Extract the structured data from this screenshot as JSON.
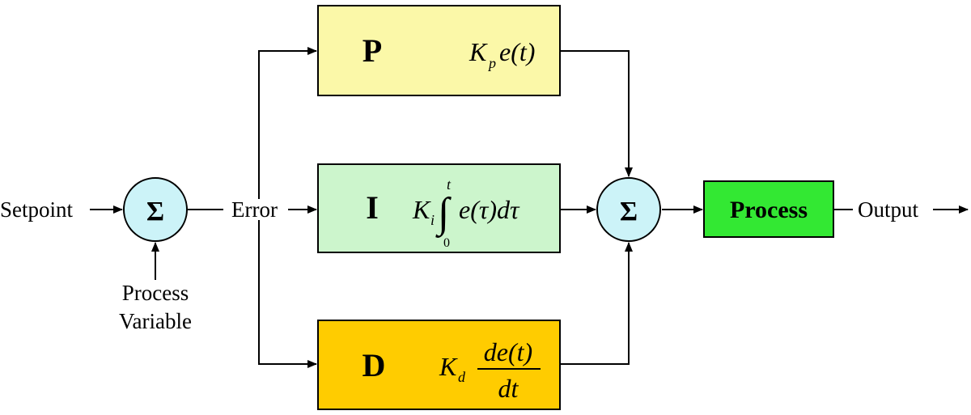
{
  "labels": {
    "setpoint": "Setpoint",
    "error": "Error",
    "process_variable_line1": "Process",
    "process_variable_line2": "Variable",
    "output": "Output",
    "process": "Process",
    "sum_symbol": "Σ"
  },
  "blocks": {
    "p": {
      "letter": "P",
      "gain": "K",
      "gain_sub": "p",
      "expr": "e(t)",
      "color": "#fbf8a8"
    },
    "i": {
      "letter": "I",
      "gain": "K",
      "gain_sub": "i",
      "integral_sign": "∫",
      "upper": "t",
      "lower": "0",
      "expr": "e(τ)dτ",
      "color": "#ccf5cc"
    },
    "d": {
      "letter": "D",
      "gain": "K",
      "gain_sub": "d",
      "numerator": "de(t)",
      "denominator": "dt",
      "color": "#ffcc00"
    }
  },
  "colors": {
    "sum_fill": "#ccf3f8",
    "process_fill": "#33e833"
  }
}
